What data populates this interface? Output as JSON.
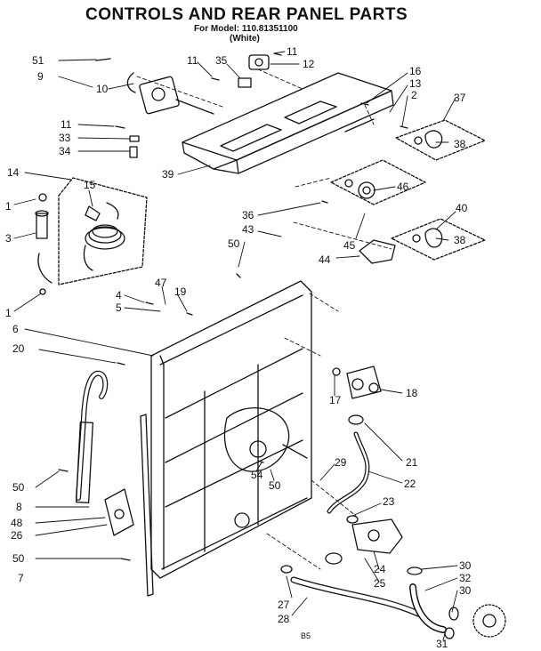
{
  "header": {
    "title": "CONTROLS AND REAR PANEL PARTS",
    "subtitle": "For Model: 110.81351100",
    "variant": "(White)"
  },
  "callouts": [
    "51",
    "9",
    "10",
    "11",
    "35",
    "11",
    "12",
    "16",
    "13",
    "2",
    "37",
    "38",
    "11",
    "33",
    "34",
    "39",
    "14",
    "15",
    "1",
    "3",
    "46",
    "36",
    "43",
    "50",
    "40",
    "45",
    "44",
    "38",
    "1",
    "4",
    "47",
    "19",
    "5",
    "6",
    "20",
    "17",
    "18",
    "21",
    "22",
    "29",
    "54",
    "50",
    "23",
    "50",
    "8",
    "48",
    "26",
    "50",
    "7",
    "24",
    "25",
    "30",
    "32",
    "30",
    "27",
    "28",
    "31"
  ],
  "footer_mark": "B5",
  "colors": {
    "ink": "#111111",
    "paper": "#ffffff"
  }
}
